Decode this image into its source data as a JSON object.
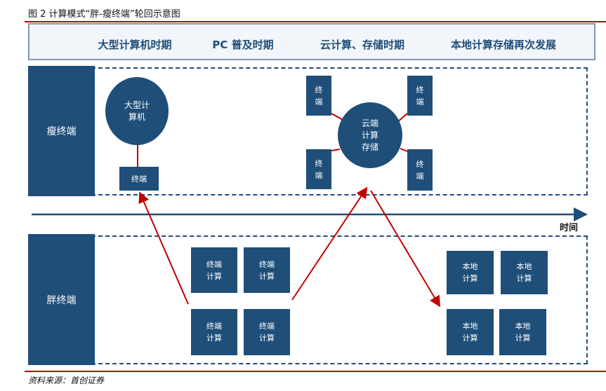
{
  "title": "图 2 计算模式“胖-瘦终端”轮回示意图",
  "periods": [
    "大型计算机时期",
    "PC 普及时期",
    "云计算、存储时期",
    "本地计算存储再次发展"
  ],
  "thin_terminal": {
    "label": "瘦终端",
    "mainframe": "大型计\n算机",
    "mainframe_terminal": "终端",
    "cloud": "云端\n计算\n存储",
    "cloud_terminals": [
      "终\n端",
      "终\n端",
      "终\n端",
      "终\n端"
    ]
  },
  "timeline_label": "时间",
  "fat_terminal": {
    "label": "胖终端",
    "pc_nodes": [
      "终端\n计算",
      "终端\n计算",
      "终端\n计算",
      "终端\n计算"
    ],
    "local_nodes": [
      "本地\n计算",
      "本地\n计算",
      "本地\n计算",
      "本地\n计算"
    ]
  },
  "source": "资料来源：首创证券",
  "colors": {
    "primary": "#1f4e79",
    "accent": "#c00000"
  }
}
